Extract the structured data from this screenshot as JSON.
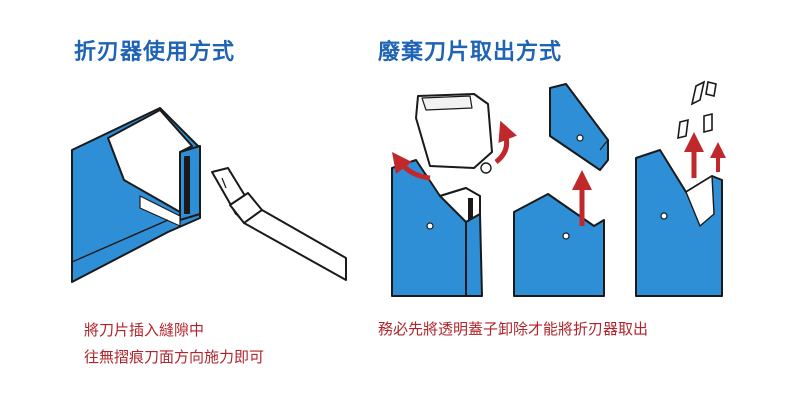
{
  "left": {
    "title": "折刃器使用方式",
    "caption_line1": "將刀片插入縫隙中",
    "caption_line2": "往無摺痕刀面方向施力即可"
  },
  "right": {
    "title": "廢棄刀片取出方式",
    "caption": "務必先將透明蓋子卸除才能將折刃器取出"
  },
  "colors": {
    "title_blue": "#1e63b4",
    "body_blue": "#2f8fd6",
    "caption_red": "#b0242b",
    "arrow_red": "#c0282c",
    "outline": "#1a1a1a"
  },
  "icons": [
    "blade-snapper",
    "cutter-knife",
    "remove-lid-arrow",
    "lift-arrow",
    "blade-fragments"
  ]
}
